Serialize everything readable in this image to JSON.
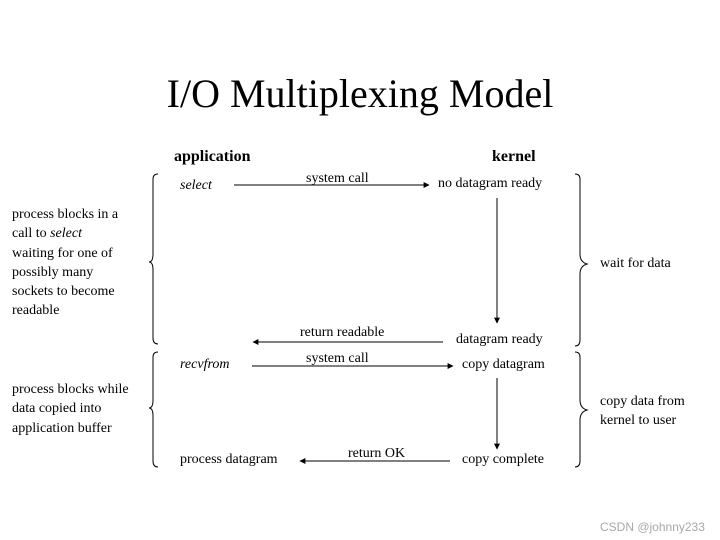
{
  "title": "I/O Multiplexing Model",
  "headers": {
    "application": "application",
    "kernel": "kernel"
  },
  "phase1": {
    "app_call": "select",
    "call_label": "system call",
    "kernel_state_start": "no datagram ready",
    "kernel_state_end": "datagram ready",
    "return_label": "return readable",
    "left_note": {
      "line1": "process blocks in a",
      "line2_pre": "call to ",
      "line2_italic": "select",
      "line3": "waiting for one of",
      "line4": "possibly many",
      "line5": "sockets to become",
      "line6": "readable"
    },
    "right_note": "wait for data"
  },
  "phase2": {
    "app_call": "recvfrom",
    "call_label": "system call",
    "kernel_state_start": "copy datagram",
    "kernel_state_end": "copy complete",
    "return_label": "return OK",
    "app_end": "process datagram",
    "left_note": {
      "line1": "process blocks while",
      "line2": "data copied into",
      "line3": "application buffer"
    },
    "right_note": {
      "line1": "copy data from",
      "line2": "kernel to user"
    }
  },
  "watermark": "CSDN @johnny233"
}
